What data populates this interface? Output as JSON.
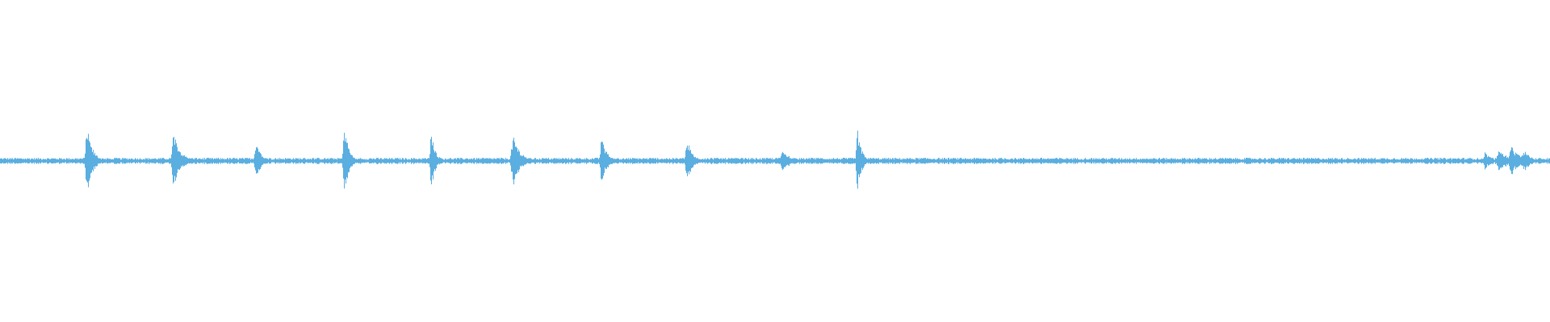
{
  "waveform": {
    "color": "#5aaee0",
    "background": "#ffffff",
    "noise_amplitude": 0.02,
    "transients": [
      {
        "t": 0.056,
        "amp": 0.21,
        "spread": 0.004
      },
      {
        "t": 0.112,
        "amp": 0.17,
        "spread": 0.005
      },
      {
        "t": 0.165,
        "amp": 0.13,
        "spread": 0.004
      },
      {
        "t": 0.222,
        "amp": 0.25,
        "spread": 0.003
      },
      {
        "t": 0.278,
        "amp": 0.19,
        "spread": 0.003
      },
      {
        "t": 0.331,
        "amp": 0.16,
        "spread": 0.005
      },
      {
        "t": 0.388,
        "amp": 0.14,
        "spread": 0.004
      },
      {
        "t": 0.443,
        "amp": 0.14,
        "spread": 0.004
      },
      {
        "t": 0.505,
        "amp": 0.07,
        "spread": 0.006
      },
      {
        "t": 0.553,
        "amp": 0.2,
        "spread": 0.003
      },
      {
        "t": 0.958,
        "amp": 0.06,
        "spread": 0.004
      },
      {
        "t": 0.967,
        "amp": 0.08,
        "spread": 0.006
      },
      {
        "t": 0.975,
        "amp": 0.09,
        "spread": 0.006
      },
      {
        "t": 0.983,
        "amp": 0.07,
        "spread": 0.005
      }
    ]
  }
}
